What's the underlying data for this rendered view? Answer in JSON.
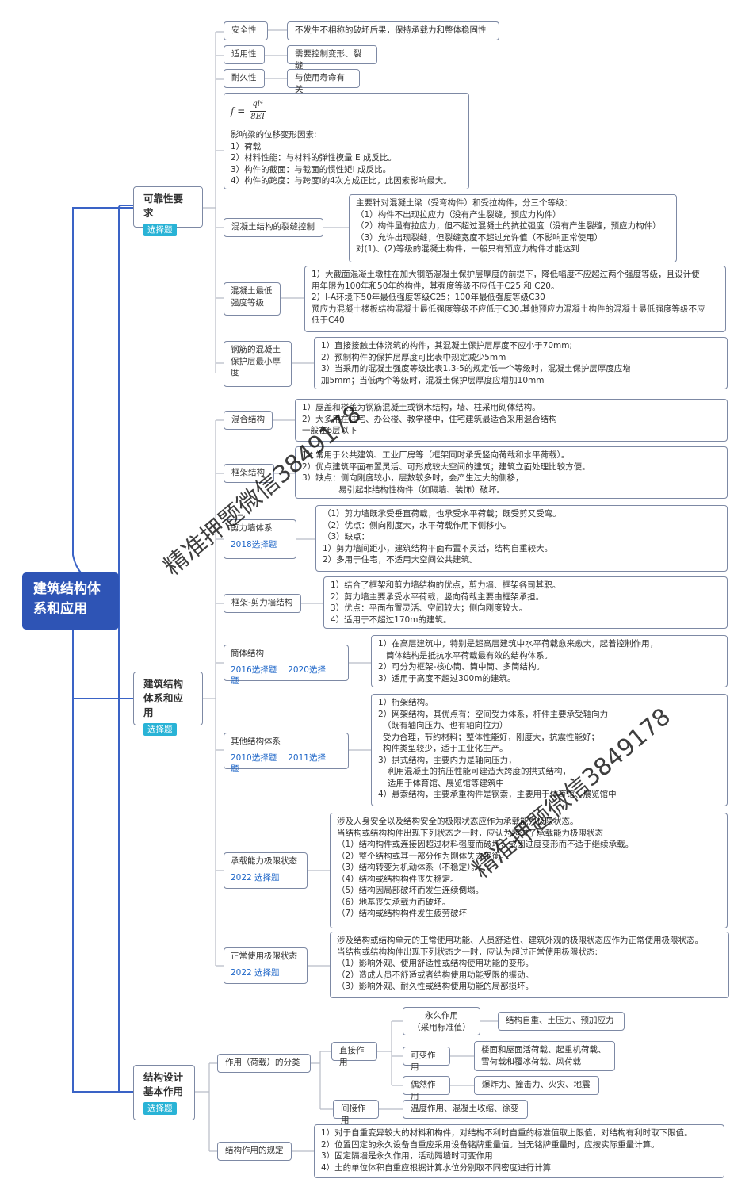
{
  "root": {
    "title": "建筑结构体系和应用"
  },
  "categories": {
    "reliability": {
      "title": "可靠性要求",
      "tag": "选择题"
    },
    "system": {
      "title": "建筑结构体系和应用",
      "tag": "选择题"
    },
    "design": {
      "title": "结构设计基本作用",
      "tag": "选择题"
    }
  },
  "reliability_nodes": {
    "safety": {
      "label": "安全性",
      "desc": "不发生不相称的破坏后果，保持承载力和整体稳固性"
    },
    "serviceability": {
      "label": "适用性",
      "desc": "需要控制变形、裂缝"
    },
    "durability": {
      "label": "耐久性",
      "desc": "与使用寿命有关"
    },
    "deflection": {
      "formula_f": "f =",
      "formula_num": "ql⁴",
      "formula_den": "8EI",
      "lines": [
        "影响梁的位移变形因素:",
        "1）荷载",
        "2）材料性能：与材料的弹性模量 E 成反比。",
        "3）构件的截面：与截面的惯性矩I 成反比。",
        "4）构件的跨度：与跨度l的4次方成正比，此因素影响最大。"
      ]
    },
    "crack": {
      "label": "混凝土结构的裂缝控制",
      "lines": [
        "主要针对混凝土梁（受弯构件）和受拉构件，分三个等级：",
        "（1）构件不出现拉应力（没有产生裂缝，预应力构件）",
        "（2）构件虽有拉应力，但不超过混凝土的抗拉强度（没有产生裂缝，预应力构件）",
        "（3）允许出现裂缝，但裂缝宽度不超过允许值（不影响正常使用）",
        "对(1)、(2)等级的混凝土构件，一般只有预应力构件才能达到"
      ]
    },
    "min_grade": {
      "label": "混凝土最低强度等级",
      "lines": [
        "1）大截面混凝土墩柱在加大钢筋混凝土保护层厚度的前提下，降低幅度不应超过两个强度等级，且设计使",
        "用年限为100年和50年的构件，其强度等级不应低于C25 和 C20。",
        "2）Ⅰ-A环境下50年最低强度等级C25；100年最低强度等级C30",
        "预应力混凝土楼板结构混凝土最低强度等级不应低于C30,其他预应力混凝土构件的混凝土最低强度等级不应",
        "低于C40"
      ]
    },
    "cover": {
      "label": "钢筋的混凝土保护层最小厚度",
      "lines": [
        "1）直接接触土体浇筑的构件，其混凝土保护层厚度不应小于70mm;",
        "2）预制构件的保护层厚度可比表中规定减少5mm",
        "3）当采用的混凝土强度等级比表1.3-5的规定低一个等级时，混凝土保护层厚度应增",
        "加5mm；当低两个等级时，混凝土保护层厚度应增加10mm"
      ]
    }
  },
  "system_nodes": {
    "mixed": {
      "label": "混合结构",
      "lines": [
        "1）屋盖和楼盖为钢筋混凝土或钢木结构，墙、柱采用砌体结构。",
        "2）大多用在住宅、办公楼、教学楼中，住宅建筑最适合采用混合结构",
        "一般在6层以下"
      ]
    },
    "frame": {
      "label": "框架结构",
      "lines": [
        "1）常用于公共建筑、工业厂房等（框架同时承受竖向荷载和水平荷载）。",
        "2）优点建筑平面布置灵活、可形成较大空间的建筑；建筑立面处理比较方便。",
        "3）缺点：侧向刚度较小，层数较多时，会产生过大的侧移，",
        "易引起非结构性构件（如隔墙、装饰）破坏。"
      ]
    },
    "shear": {
      "label": "剪力墙体系",
      "sub": [
        "2018选择题"
      ],
      "lines": [
        "（1）剪力墙既承受垂直荷载，也承受水平荷载；既受剪又受弯。",
        "（2）优点：侧向刚度大，水平荷载作用下侧移小。",
        "（3）缺点：",
        "1）剪力墙间距小，建筑结构平面布置不灵活，结构自重较大。",
        "2）多用于住宅，不适用大空间公共建筑。"
      ]
    },
    "frame_shear": {
      "label": "框架-剪力墙结构",
      "lines": [
        "1）结合了框架和剪力墙结构的优点，剪力墙、框架各司其职。",
        "2）剪力墙主要承受水平荷载，竖向荷载主要由框架承担。",
        "3）优点：平面布置灵活、空间较大；侧向刚度较大。",
        "4）适用于不超过170m的建筑。"
      ]
    },
    "tube": {
      "label": "筒体结构",
      "sub": [
        "2016选择题",
        "2020选择题"
      ],
      "lines": [
        "1）在高层建筑中，特别是超高层建筑中水平荷载愈来愈大，起着控制作用，",
        "筒体结构是抵抗水平荷载最有效的结构体系。",
        "2）可分为框架-核心筒、筒中筒、多筒结构。",
        "3）适用于高度不超过300m的建筑。"
      ]
    },
    "other": {
      "label": "其他结构体系",
      "sub": [
        "2010选择题",
        "2011选择题"
      ],
      "lines": [
        "1）桁架结构。",
        "2）网架结构，其优点有：空间受力体系，杆件主要承受轴向力",
        "（既有轴向压力、也有轴向拉力）",
        "受力合理，节约材料；整体性能好，刚度大，抗震性能好；",
        "构件类型较少，适于工业化生产。",
        "3）拱式结构，主要内力是轴向压力，",
        "利用混凝土的抗压性能可建造大跨度的拱式结构，",
        "适用于体育馆、展览馆等建筑中",
        "4）悬索结构，主要承重构件是钢索，主要用于体育馆、展览馆中"
      ]
    },
    "ultimate": {
      "label": "承载能力极限状态",
      "sub": [
        "2022 选择题"
      ],
      "lines": [
        "涉及人身安全以及结构安全的极限状态应作为承载能力极限状态。",
        "当结构或结构构件出现下列状态之一时，应认为超过了承载能力极限状态",
        "（1）结构构件或连接因超过材料强度而破坏，或因过度变形而不适于继续承载。",
        "（2）整个结构或其一部分作为刚体失去平衡。",
        "（3）结构转变为机动体系（不稳定）。",
        "（4）结构或结构构件丧失稳定。",
        "（5）结构因局部破坏而发生连续倒塌。",
        "（6）地基丧失承载力而破坏。",
        "（7）结构或结构构件发生疲劳破坏"
      ]
    },
    "normal": {
      "label": "正常使用极限状态",
      "sub": [
        "2022 选择题"
      ],
      "lines": [
        "涉及结构或结构单元的正常使用功能、人员舒适性、建筑外观的极限状态应作为正常使用极限状态。",
        "当结构或结构构件出现下列状态之一时，应认为超过正常使用极限状态:",
        "（1）影响外观、使用舒适性或结构使用功能的变形。",
        "（2）造成人员不舒适或者结构使用功能受限的振动。",
        "（3）影响外观、耐久性或结构使用功能的局部损坏。"
      ]
    }
  },
  "design_nodes": {
    "classification": {
      "label": "作用（荷载）的分类"
    },
    "direct": {
      "label": "直接作用"
    },
    "indirect": {
      "label": "间接作用",
      "desc": "温度作用、混凝土收缩、徐变"
    },
    "permanent": {
      "label_1": "永久作用",
      "label_2": "（采用标准值）",
      "desc": "结构自重、土压力、预加应力"
    },
    "variable": {
      "label": "可变作用",
      "desc_1": "楼面和屋面活荷载、起重机荷载、",
      "desc_2": "雪荷载和覆冰荷载、风荷载"
    },
    "accidental": {
      "label": "偶然作用",
      "desc": "爆炸力、撞击力、火灾、地震"
    },
    "rules": {
      "label": "结构作用的规定",
      "lines": [
        "1）对于自重变异较大的材料和构件，对结构不利时自重的标准值取上限值，对结构有利时取下限值。",
        "2）位置固定的永久设备自重应采用设备铭牌重量值。当无铭牌重量时，应按实际重量计算。",
        "3）固定隔墙是永久作用，活动隔墙时可变作用",
        "4）土的单位体积自重应根据计算水位分别取不同密度进行计算"
      ]
    }
  },
  "watermarks": [
    "精准押题微信3849178",
    "精准押题微信3849178"
  ],
  "colors": {
    "root": "#2e54b5",
    "tag": "#29b3d6",
    "highlight": "#1fb2ee",
    "line": "#3a63c6",
    "sub_line": "#b8bcc6"
  }
}
